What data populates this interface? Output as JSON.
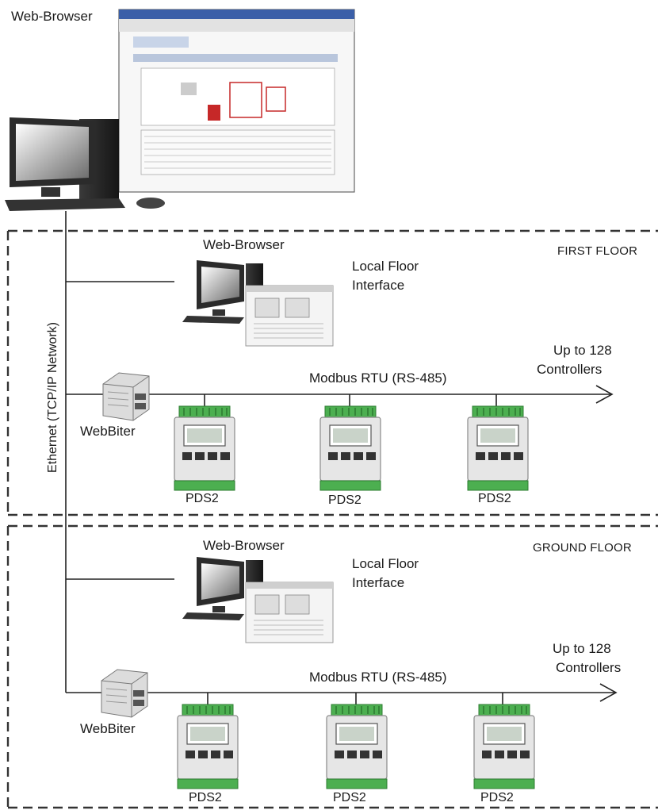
{
  "top": {
    "browser_label": "Web-Browser"
  },
  "network_label": "Ethernet (TCP/IP Network)",
  "floors": [
    {
      "name": "FIRST FLOOR",
      "browser_label": "Web-Browser",
      "interface_label": [
        "Local Floor",
        "Interface"
      ],
      "bus_label": "Modbus RTU (RS-485)",
      "capacity_label": [
        "Up to 128",
        "Controllers"
      ],
      "gateway_label": "WebBiter",
      "devices": [
        "PDS2",
        "PDS2",
        "PDS2"
      ]
    },
    {
      "name": "GROUND FLOOR",
      "browser_label": "Web-Browser",
      "interface_label": [
        "Local Floor",
        "Interface"
      ],
      "bus_label": "Modbus RTU (RS-485)",
      "capacity_label": [
        "Up to 128",
        "Controllers"
      ],
      "gateway_label": "WebBiter",
      "devices": [
        "PDS2",
        "PDS2",
        "PDS2"
      ]
    }
  ],
  "colors": {
    "line": "#222222",
    "dash": "#333333",
    "terminal": "#4caf50",
    "device_body": "#e6e6e6",
    "screen": "#ffffff",
    "monitor": "#2b2b2b"
  }
}
